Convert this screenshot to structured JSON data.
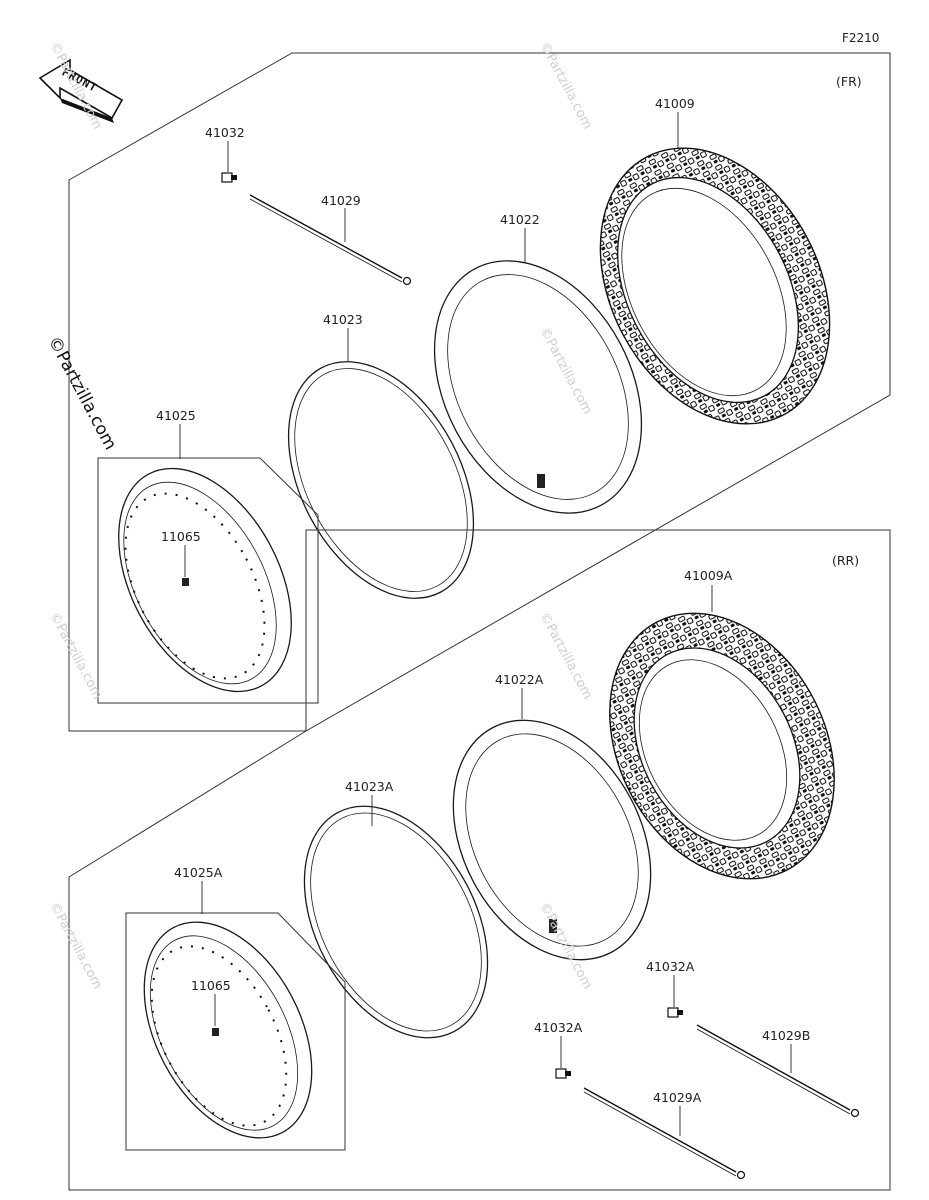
{
  "diagram_code": "F2210",
  "front_label": "FRONT",
  "sections": {
    "front": {
      "title": "(FR)",
      "parts": {
        "tire": "41009",
        "tube": "41022",
        "rim_band": "41023",
        "rim": "41025",
        "nipple": "11065",
        "spoke_nut": "41032",
        "spoke": "41029"
      }
    },
    "rear": {
      "title": "(RR)",
      "parts": {
        "tire": "41009A",
        "tube": "41022A",
        "rim_band": "41023A",
        "rim": "41025A",
        "nipple": "11065",
        "spoke_nut_1": "41032A",
        "spoke_nut_2": "41032A",
        "spoke_1": "41029B",
        "spoke_2": "41029A"
      }
    }
  },
  "watermark": "©Partzilla.com"
}
